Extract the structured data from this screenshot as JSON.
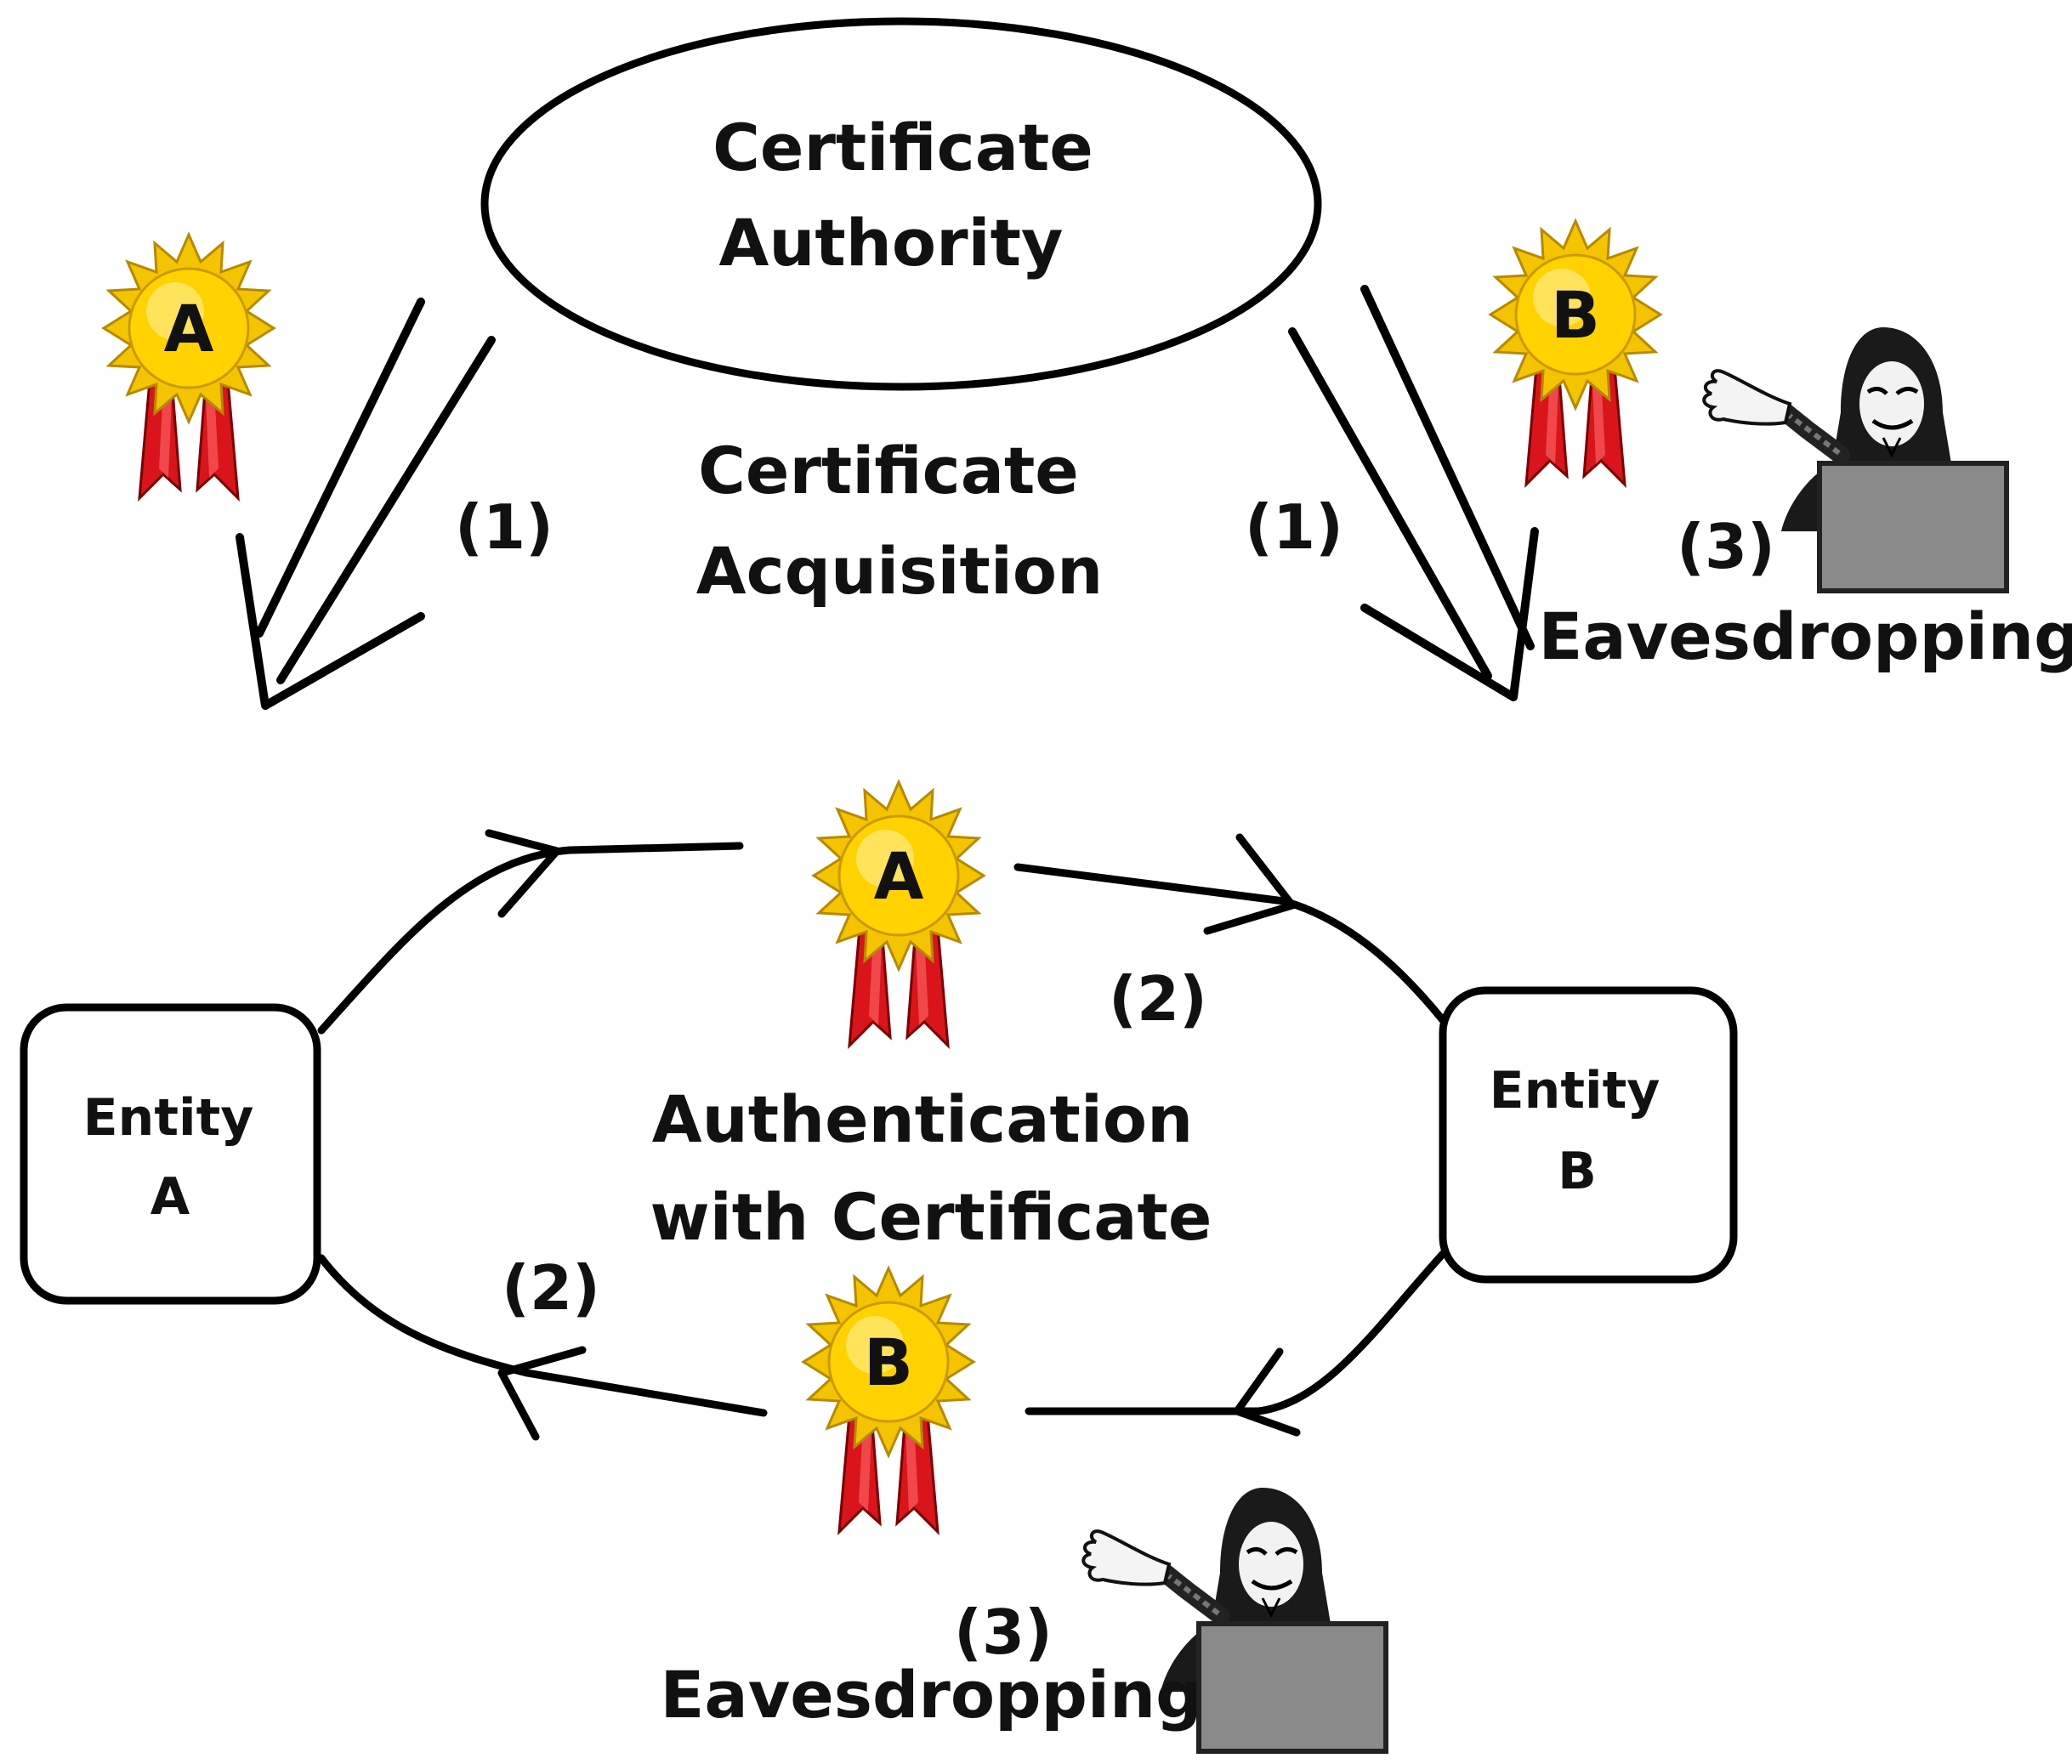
{
  "authority": {
    "line1": "Certificate",
    "line2": "Authority"
  },
  "acquisition": {
    "line1": "Certificate",
    "line2": "Acquisition"
  },
  "authentication": {
    "line1": "Authentication",
    "line2": "with Certificate"
  },
  "entity_a": {
    "line1": "Entity",
    "line2": "A"
  },
  "entity_b": {
    "line1": "Entity",
    "line2": "B"
  },
  "steps": {
    "acq_left": "(1)",
    "acq_right": "(1)",
    "auth_top": "(2)",
    "auth_bottom": "(2)",
    "eaves_top": "(3)",
    "eaves_bottom": "(3)"
  },
  "eavesdrop_label_top": "Eavesdropping",
  "eavesdrop_label_bottom": "Eavesdropping",
  "medals": {
    "top_left": "A",
    "top_right": "B",
    "middle_top": "A",
    "middle_bottom": "B"
  },
  "colors": {
    "medal_gold": "#f5c400",
    "medal_ribbon": "#d9141b",
    "laptop": "#8a8a8a",
    "hood": "#1a1a1a"
  }
}
